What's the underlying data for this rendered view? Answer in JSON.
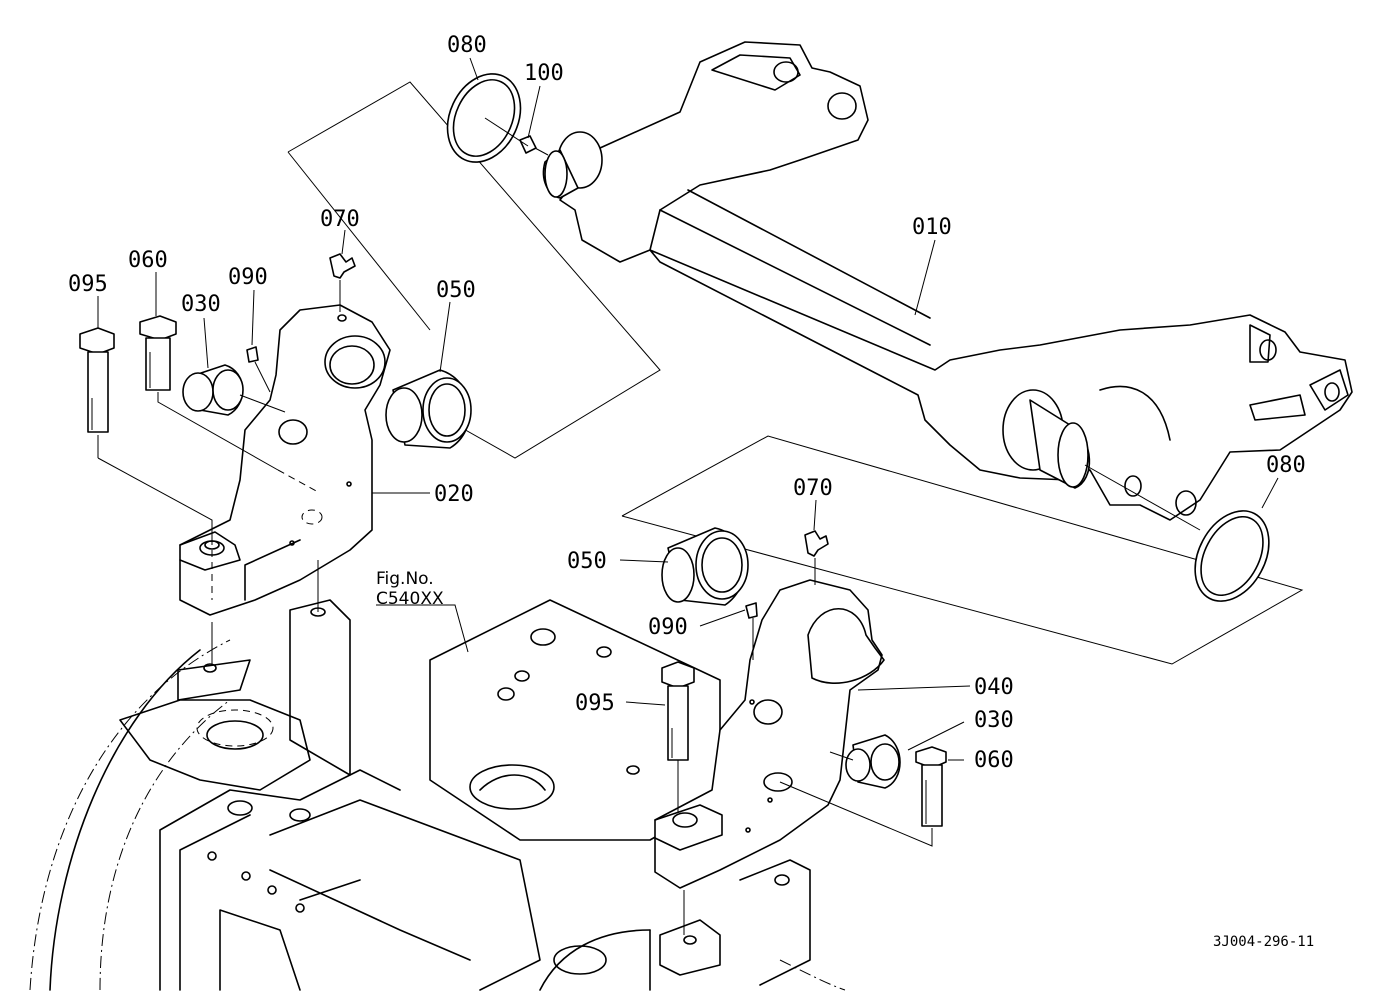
{
  "parts": [
    {
      "id": "p010",
      "number": "010"
    },
    {
      "id": "p020",
      "number": "020"
    },
    {
      "id": "p030a",
      "number": "030"
    },
    {
      "id": "p030b",
      "number": "030"
    },
    {
      "id": "p040",
      "number": "040"
    },
    {
      "id": "p050a",
      "number": "050"
    },
    {
      "id": "p050b",
      "number": "050"
    },
    {
      "id": "p060a",
      "number": "060"
    },
    {
      "id": "p060b",
      "number": "060"
    },
    {
      "id": "p070a",
      "number": "070"
    },
    {
      "id": "p070b",
      "number": "070"
    },
    {
      "id": "p080a",
      "number": "080"
    },
    {
      "id": "p080b",
      "number": "080"
    },
    {
      "id": "p090a",
      "number": "090"
    },
    {
      "id": "p090b",
      "number": "090"
    },
    {
      "id": "p095a",
      "number": "095"
    },
    {
      "id": "p095b",
      "number": "095"
    },
    {
      "id": "p100",
      "number": "100"
    }
  ],
  "reference": {
    "line1": "Fig.No.",
    "line2": "C540XX"
  },
  "drawing_code": "3J004-296-11"
}
